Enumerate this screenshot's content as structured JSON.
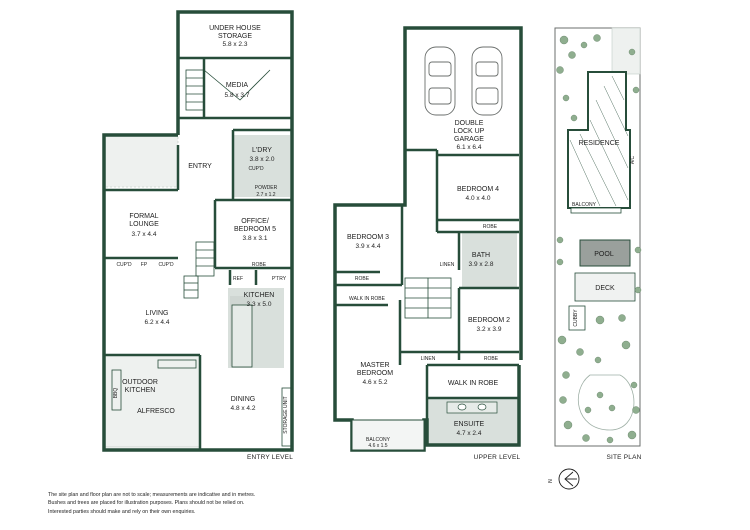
{
  "entry_level": {
    "caption": "ENTRY LEVEL",
    "under_house_storage": {
      "name": "UNDER HOUSE\nSTORAGE",
      "dims": "5.8 x 2.3"
    },
    "media": {
      "name": "MEDIA",
      "dims": "5.8 x 3.7"
    },
    "laundry": {
      "name": "L'DRY",
      "dims": "3.8 x 2.0"
    },
    "cupboard_laundry": "CUP'D",
    "powder": {
      "name": "POWDER",
      "dims": "2.7 x 1.2"
    },
    "entry": "ENTRY",
    "formal_lounge": {
      "name": "FORMAL\nLOUNGE",
      "dims": "3.7 x 4.4"
    },
    "office": {
      "name": "OFFICE/\nBEDROOM 5",
      "dims": "3.8 x 3.1"
    },
    "cupboard_left": "CUP'D",
    "fireplace": "FP",
    "cupboard_right": "CUP'D",
    "robe": "ROBE",
    "ref": "REF",
    "pantry": "P'TRY",
    "kitchen": {
      "name": "KITCHEN",
      "dims": "3.3 x 5.0"
    },
    "living": {
      "name": "LIVING",
      "dims": "6.2 x 4.4"
    },
    "outdoor_kitchen": "OUTDOOR\nKITCHEN",
    "bbq": "BBQ",
    "alfresco": "ALFRESCO",
    "dining": {
      "name": "DINING",
      "dims": "4.8 x 4.2"
    },
    "storage_unit": "STORAGE UNIT"
  },
  "upper_level": {
    "caption": "UPPER LEVEL",
    "garage": {
      "name": "DOUBLE\nLOCK UP\nGARAGE",
      "dims": "6.1 x 6.4"
    },
    "bedroom4": {
      "name": "BEDROOM 4",
      "dims": "4.0 x 4.0"
    },
    "robe_bed4": "ROBE",
    "bedroom3": {
      "name": "BEDROOM 3",
      "dims": "3.9 x 4.4"
    },
    "robe_bed3": "ROBE",
    "linen_top": "LINEN",
    "bath": {
      "name": "BATH",
      "dims": "3.9 x 2.8"
    },
    "walk_in_robe_top": "WALK IN ROBE",
    "bedroom2": {
      "name": "BEDROOM 2",
      "dims": "3.2 x 3.9"
    },
    "linen_bottom": "LINEN",
    "robe_bed2": "ROBE",
    "master": {
      "name": "MASTER\nBEDROOM",
      "dims": "4.6 x 5.2"
    },
    "walk_in_robe": "WALK IN ROBE",
    "ensuite": {
      "name": "ENSUITE",
      "dims": "4.7 x 2.4"
    },
    "balcony": {
      "name": "BALCONY",
      "dims": "4.6 x 1.5"
    }
  },
  "site_plan": {
    "caption": "SITE PLAN",
    "residence": "RESIDENCE",
    "ac": "A/C",
    "balcony": "BALCONY",
    "pool": "POOL",
    "deck": "DECK",
    "cubby": "CUBBY"
  },
  "compass": {
    "label": "N"
  },
  "disclaimer": [
    "The site plan and floor plan are not to scale; measurements are indicative and in metres.",
    "Bushes and trees are placed for illustration purposes. Plans should not be relied on.",
    "Interested parties should make and rely on their own enquiries."
  ],
  "colors": {
    "wall": "#274d3a",
    "wet_area": "#d9e0dc",
    "tree": "#8fae8f",
    "pool": "#9aa09c"
  }
}
